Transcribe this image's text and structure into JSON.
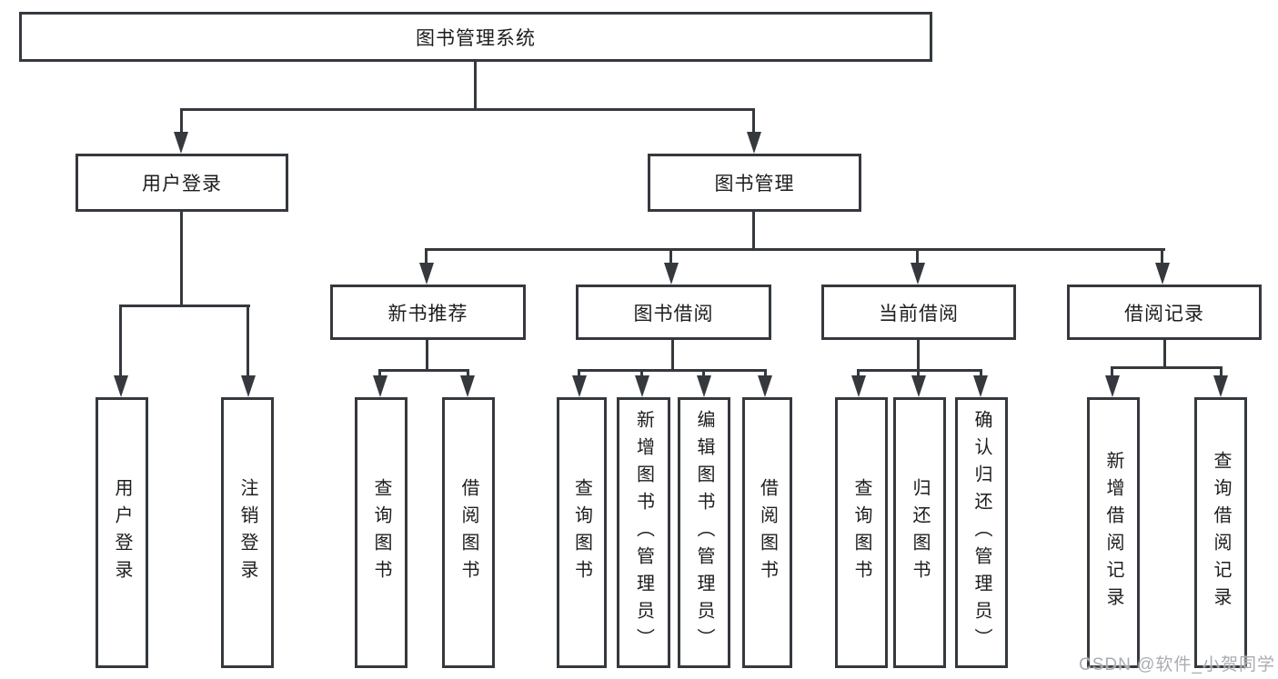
{
  "diagram": {
    "root": {
      "label": "图书管理系统"
    },
    "level2": {
      "user_login": {
        "label": "用户登录"
      },
      "book_mgmt": {
        "label": "图书管理"
      }
    },
    "level3": {
      "new_book_rec": {
        "label": "新书推荐"
      },
      "book_borrow": {
        "label": "图书借阅"
      },
      "current_borrow": {
        "label": "当前借阅"
      },
      "borrow_records": {
        "label": "借阅记录"
      }
    },
    "leaves": {
      "user_login": {
        "label": "用户登录"
      },
      "logout": {
        "label": "注销登录"
      },
      "query_books_rec": {
        "label": "查询图书"
      },
      "borrow_books_rec": {
        "label": "借阅图书"
      },
      "query_books_borrow": {
        "label": "查询图书"
      },
      "add_books_admin": {
        "label": "新增图书（管理员）"
      },
      "edit_books_admin": {
        "label": "编辑图书（管理员）"
      },
      "borrow_books_borrow": {
        "label": "借阅图书"
      },
      "query_books_current": {
        "label": "查询图书"
      },
      "return_books": {
        "label": "归还图书"
      },
      "confirm_return_admin": {
        "label": "确认归还（管理员）"
      },
      "add_borrow_record": {
        "label": "新增借阅记录"
      },
      "query_borrow_record": {
        "label": "查询借阅记录"
      }
    }
  },
  "watermark": {
    "text": "CSDN @软件_小贺同学"
  },
  "colors": {
    "line": "#35393e",
    "text": "#1d1d1f",
    "background": "#ffffff",
    "watermark": "#a5a8ad"
  }
}
